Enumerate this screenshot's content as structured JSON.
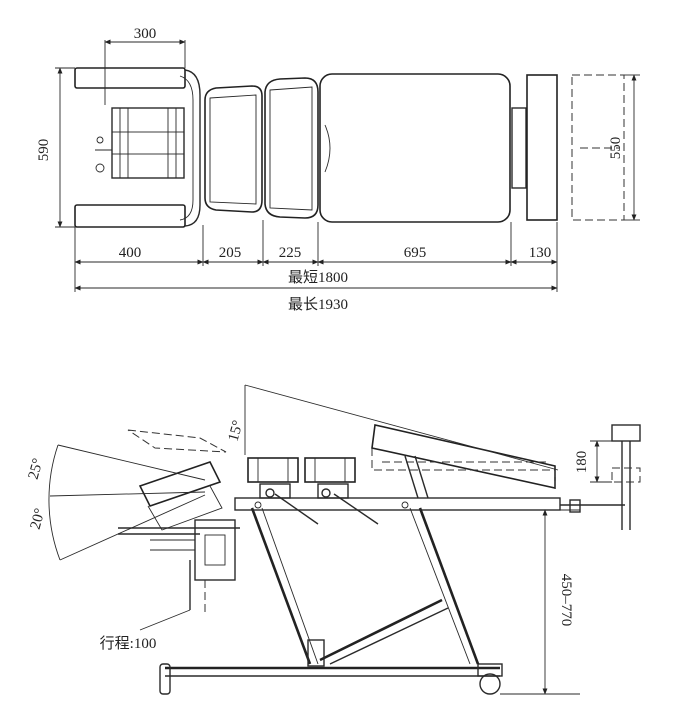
{
  "top_view": {
    "dims": {
      "headpiece_width": "300",
      "body_width": "590",
      "footrest_width": "550",
      "seg_headpiece": "400",
      "seg_chest": "205",
      "seg_lumbar": "225",
      "seg_pelvic": "695",
      "seg_foot": "130",
      "min_length": "最短1800",
      "max_length": "最长1930"
    }
  },
  "side_view": {
    "angles": {
      "head_up": "25°",
      "head_down": "20°",
      "pelvic_tilt": "15°"
    },
    "dims": {
      "foot_adjust": "180",
      "height_range": "450–770",
      "stroke": "行程:100"
    }
  }
}
